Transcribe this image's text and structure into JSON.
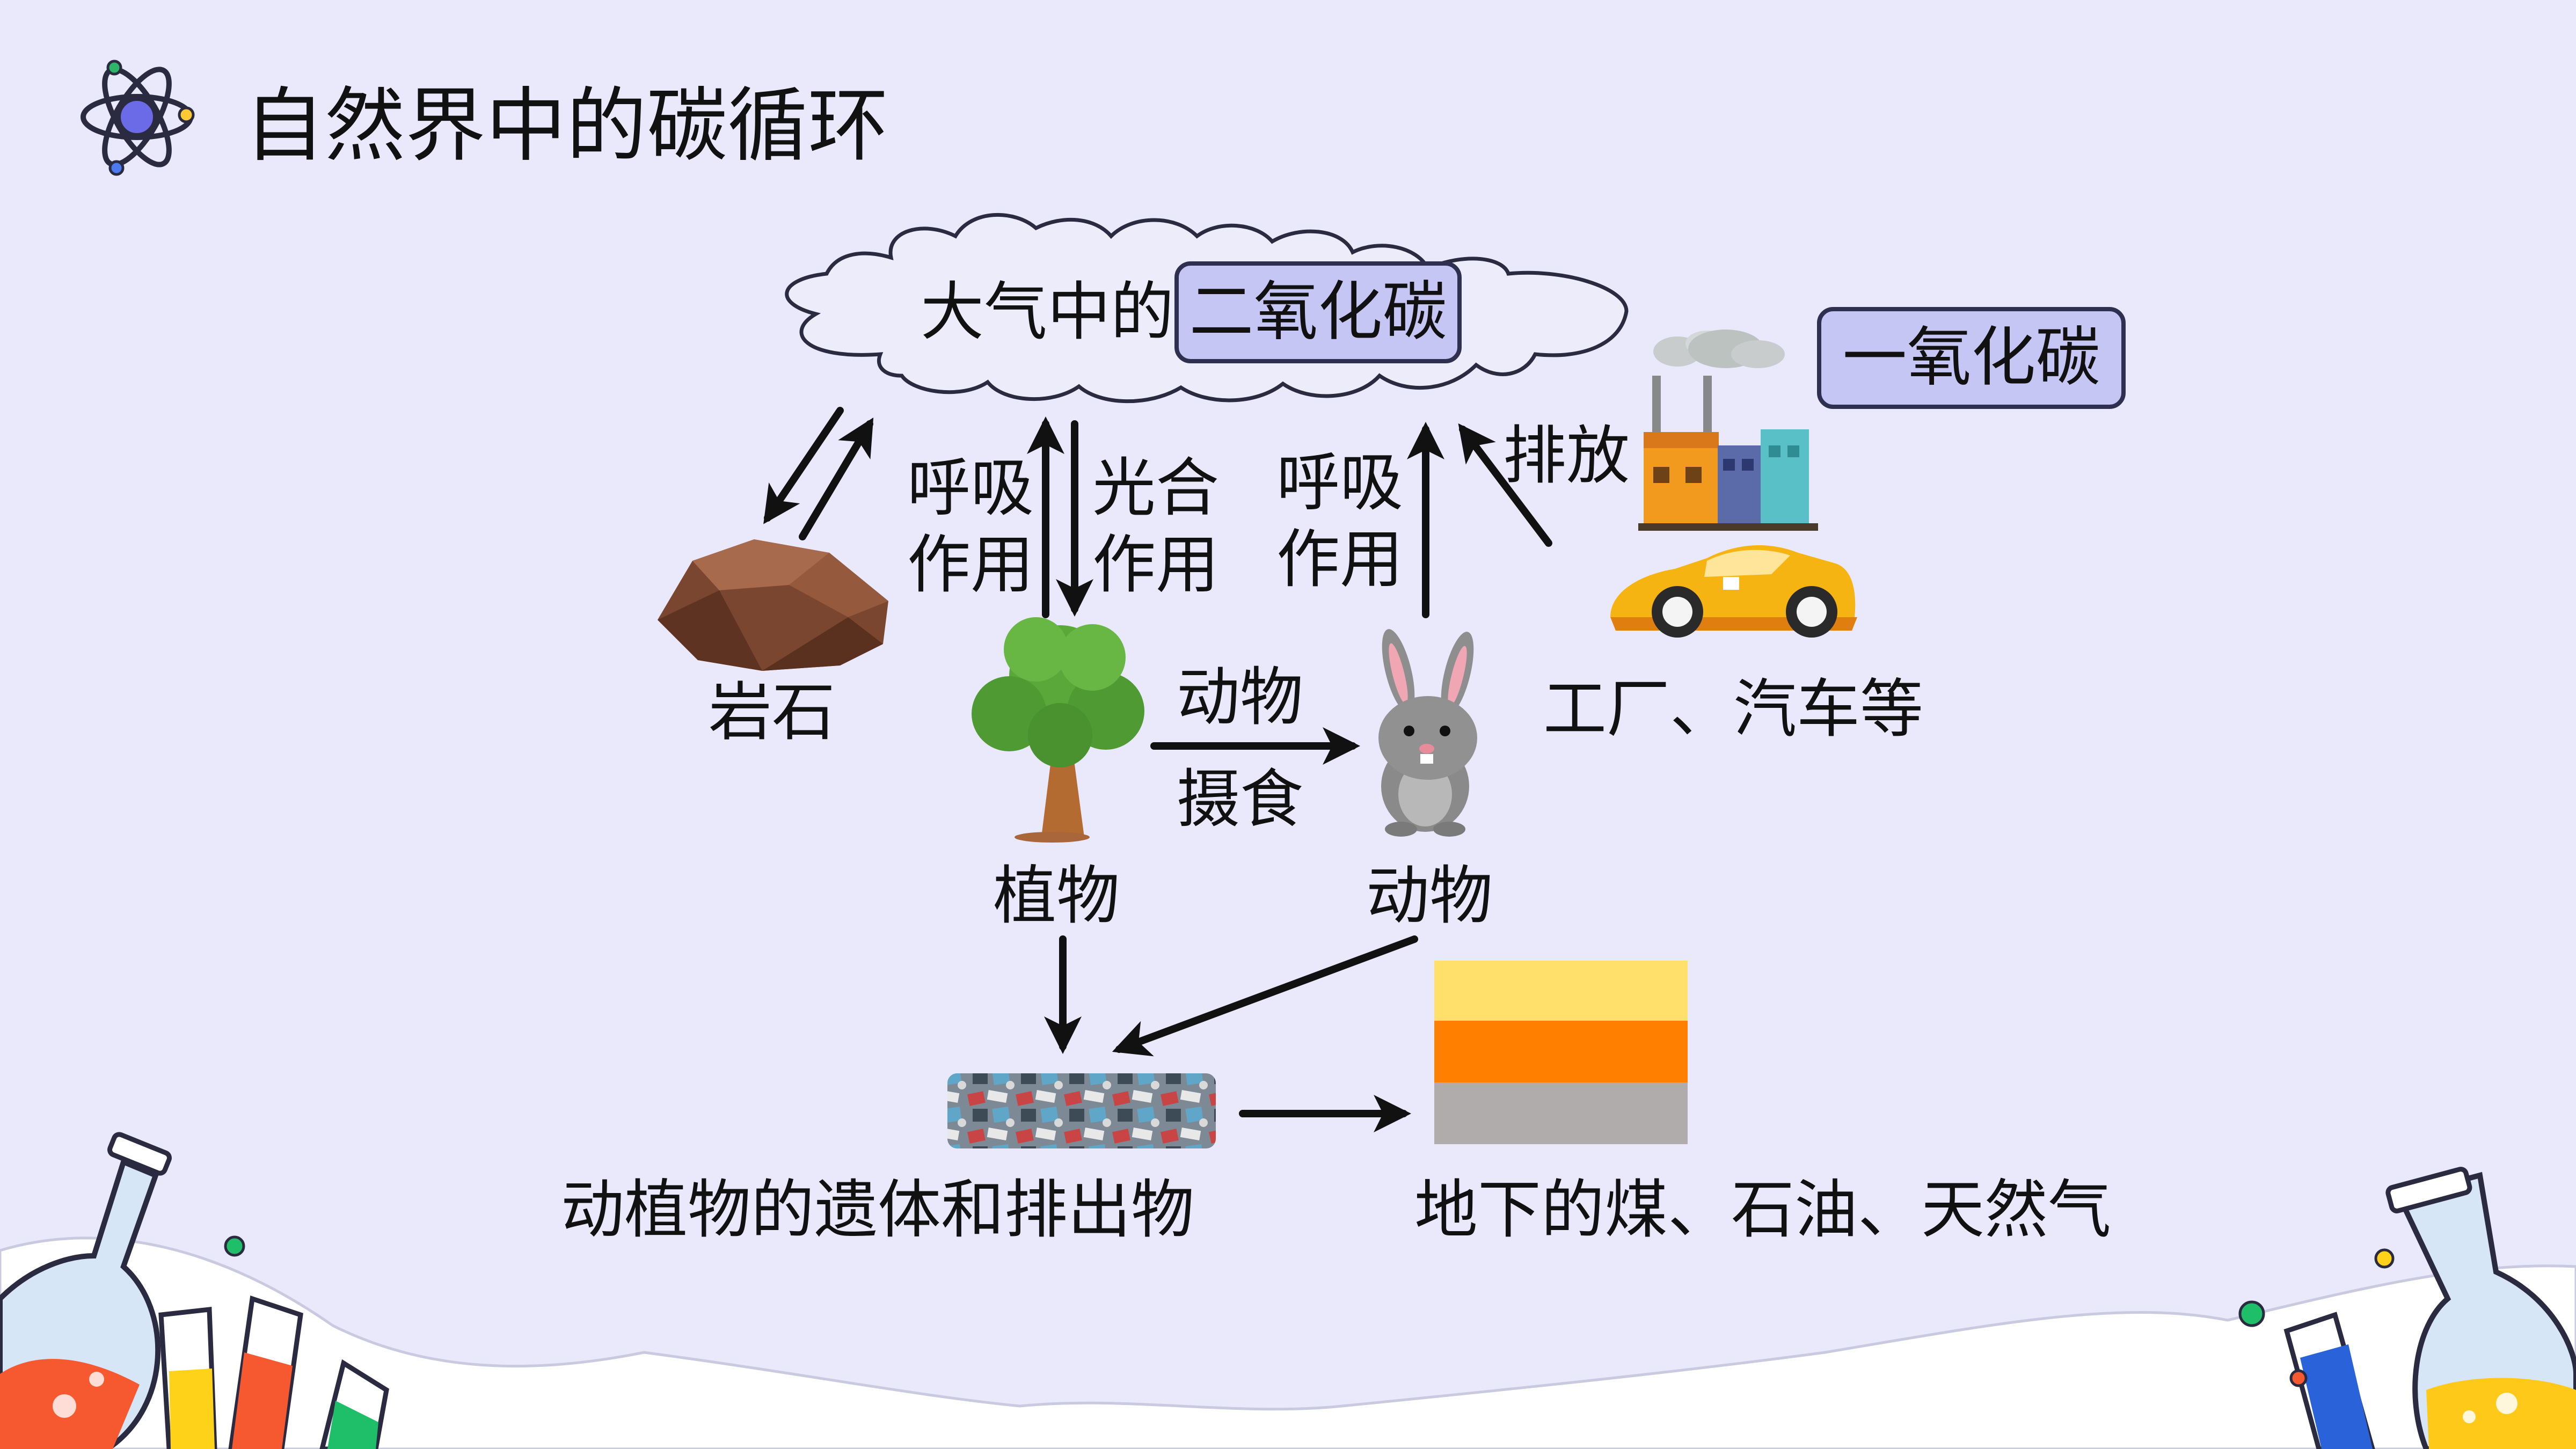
{
  "title": "自然界中的碳循环",
  "atmosphere": {
    "prefix": "大气中的",
    "highlight": "二氧化碳"
  },
  "carbon_monoxide": "一氧化碳",
  "process_labels": {
    "respiration_plant_line1": "呼吸",
    "respiration_plant_line2": "作用",
    "photosynthesis_line1": "光合",
    "photosynthesis_line2": "作用",
    "respiration_animal_line1": "呼吸",
    "respiration_animal_line2": "作用",
    "emission": "排放",
    "eating_line1": "动物",
    "eating_line2": "摄食"
  },
  "nodes": {
    "rock": "岩石",
    "plant": "植物",
    "animal": "动物",
    "factory_car": "工厂、汽车等",
    "remains": "动植物的遗体和排出物",
    "fossil": "地下的煤、石油、天然气"
  },
  "colors": {
    "background": "#e9e9fb",
    "highlight_box": "#c6c6f5",
    "layer_top": "#ffe06a",
    "layer_middle": "#ff7f00",
    "layer_bottom": "#b0acac"
  }
}
